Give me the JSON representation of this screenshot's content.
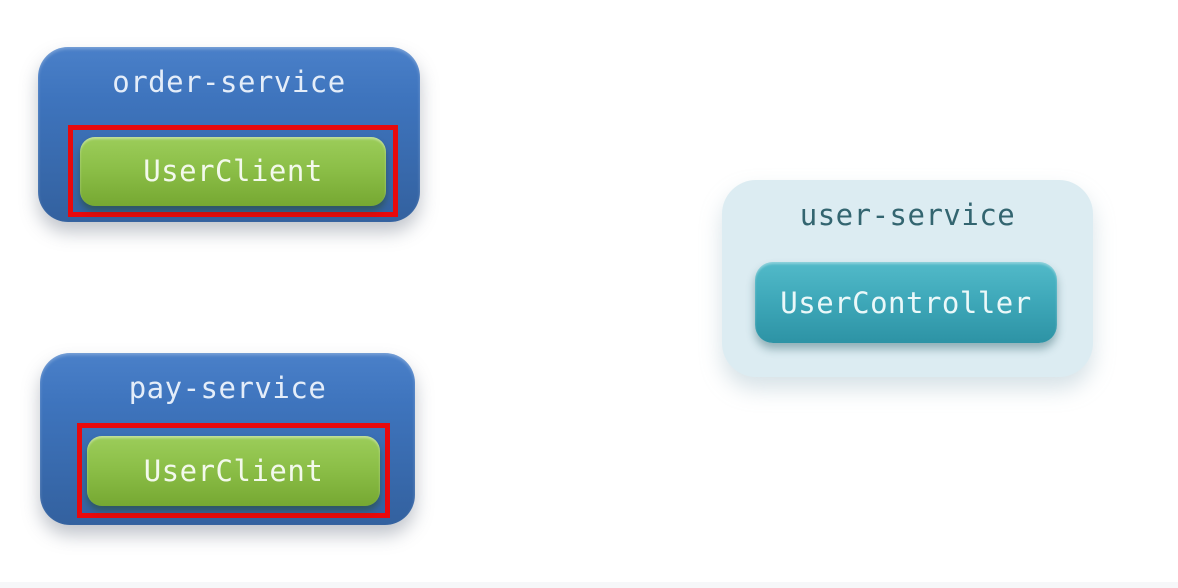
{
  "canvas": {
    "background": "#ffffff"
  },
  "colors": {
    "service_box_blue_top": "#4a80c9",
    "service_box_blue_bottom": "#33619f",
    "service_box_light": "#dcecf2",
    "chip_green_top": "#9ccd5a",
    "chip_green_bottom": "#76a832",
    "chip_teal_top": "#52bac9",
    "chip_teal_bottom": "#2d93a5",
    "highlight_red": "#e8090c",
    "title_on_blue": "#e4edf9",
    "title_on_light": "#336570",
    "chip_text_green": "#f3f9ec",
    "chip_text_teal": "#eaf8f9"
  },
  "diagram": {
    "nodes": [
      {
        "id": "order-service",
        "title": "order-service",
        "component": "UserClient",
        "highlighted": true
      },
      {
        "id": "pay-service",
        "title": "pay-service",
        "component": "UserClient",
        "highlighted": true
      },
      {
        "id": "user-service",
        "title": "user-service",
        "component": "UserController",
        "highlighted": false
      }
    ]
  }
}
